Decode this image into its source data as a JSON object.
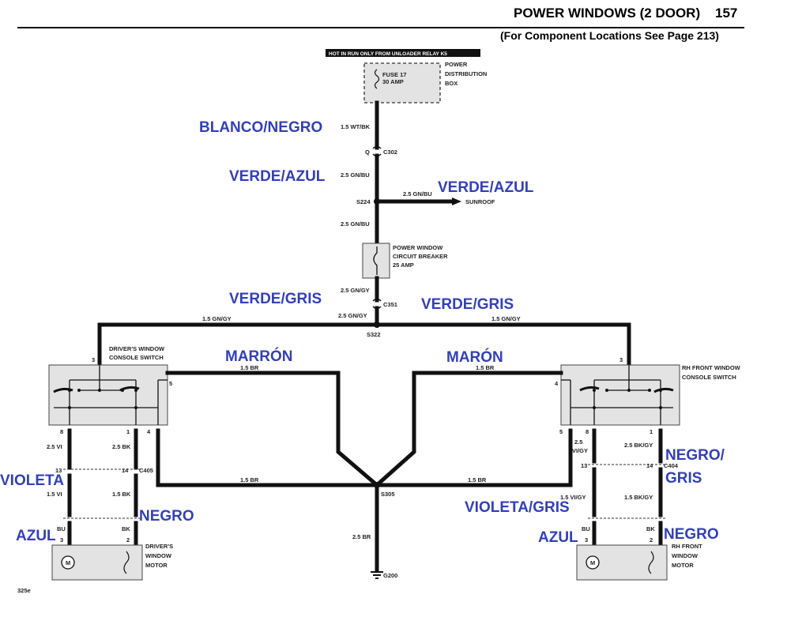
{
  "header": {
    "title": "POWER WINDOWS (2 DOOR)",
    "page_number": "157",
    "subtitle": "(For Component Locations See Page 213)"
  },
  "footer": {
    "code": "325e"
  },
  "components": {
    "hot_in_run": "HOT IN RUN ONLY FROM UNLOADER RELAY K5",
    "fuse_name": "FUSE 17",
    "fuse_rating": "30 AMP",
    "pdb_line1": "POWER",
    "pdb_line2": "DISTRIBUTION",
    "pdb_line3": "BOX",
    "cb_line1": "POWER WINDOW",
    "cb_line2": "CIRCUIT BREAKER",
    "cb_line3": "25 AMP",
    "sunroof": "SUNROOF",
    "driver_switch_line1": "DRIVER'S WINDOW",
    "driver_switch_line2": "CONSOLE SWITCH",
    "rh_switch_line1": "RH FRONT WINDOW",
    "rh_switch_line2": "CONSOLE SWITCH",
    "driver_motor_line1": "DRIVER'S",
    "driver_motor_line2": "WINDOW",
    "driver_motor_line3": "MOTOR",
    "rh_motor_line1": "RH FRONT",
    "rh_motor_line2": "WINDOW",
    "rh_motor_line3": "MOTOR",
    "motor_symbol": "M"
  },
  "connectors": {
    "c302": "C302",
    "c302_pin": "Q",
    "s224": "S224",
    "c351": "C351",
    "s322": "S322",
    "c405": "C405",
    "c404": "C404",
    "s305": "S305",
    "g200": "G200"
  },
  "wire_labels": {
    "wt_bk": "1.5 WT/BK",
    "gn_bu_1": "2.5 GN/BU",
    "gn_bu_2": "2.5 GN/BU",
    "gn_bu_3": "2.5 GN/BU",
    "gn_gy_1": "2.5 GN/GY",
    "gn_gy_2": "2.5 GN/GY",
    "gn_gy_left": "1.5 GN/GY",
    "gn_gy_right": "1.5 GN/GY",
    "br_left": "1.5 BR",
    "br_right": "1.5 BR",
    "br_low_left": "1.5 BR",
    "br_low_right": "1.5 BR",
    "br_ground": "2.5 BR",
    "l_vi_1": "2.5 VI",
    "l_vi_2": "1.5 VI",
    "l_bk_1": "2.5 BK",
    "l_bk_2": "1.5 BK",
    "l_bu": "BU",
    "l_bk": "BK",
    "r_vigy_1_a": "2.5",
    "r_vigy_1_b": "VI/GY",
    "r_vigy_2": "1.5 VI/GY",
    "r_bkgy_1": "2.5 BK/GY",
    "r_bkgy_2": "1.5 BK/GY",
    "r_bu": "BU",
    "r_bk": "BK"
  },
  "pins": {
    "l3": "3",
    "l5": "5",
    "l8": "8",
    "l1": "1",
    "l4": "4",
    "l13": "13",
    "l14": "14",
    "lm3": "3",
    "lm2": "2",
    "r3": "3",
    "r4": "4",
    "r5": "5",
    "r8": "8",
    "r1": "1",
    "r13": "13",
    "r14": "14",
    "rm3": "3",
    "rm2": "2"
  },
  "spanish_labels": {
    "blanco_negro": "BLANCO/NEGRO",
    "verde_azul_1": "VERDE/AZUL",
    "verde_azul_2": "VERDE/AZUL",
    "verde_gris_1": "VERDE/GRIS",
    "verde_gris_2": "VERDE/GRIS",
    "marron": "MARRÓN",
    "maron": "MARÓN",
    "violeta": "VIOLETA",
    "negro_left": "NEGRO",
    "azul_left": "AZUL",
    "negro_gris_1": "NEGRO/",
    "negro_gris_2": "GRIS",
    "violeta_gris": "VIOLETA/GRIS",
    "azul_right": "AZUL",
    "negro_right": "NEGRO"
  },
  "colors": {
    "annotation_blue": "#3340b6",
    "wire": "#111111",
    "component_fill": "#e3e3e3"
  }
}
